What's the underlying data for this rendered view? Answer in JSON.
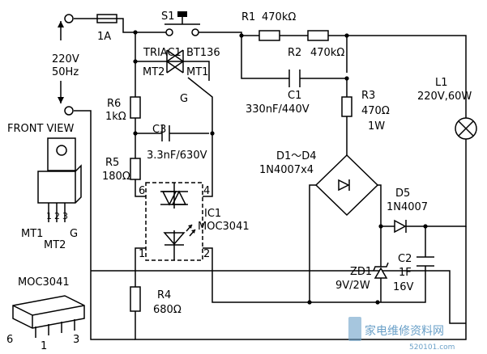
{
  "labels": {
    "s1": "S1",
    "r1": "R1",
    "r1_val": "470kΩ",
    "r2": "R2",
    "r2_val": "470kΩ",
    "fuse": "1A",
    "supply_v": "220V",
    "supply_f": "50Hz",
    "triac": "TRIAC1",
    "triac_part": "BT136",
    "mt2": "MT2",
    "mt1": "MT1",
    "gate": "G",
    "r6": "R6",
    "r6_val": "1kΩ",
    "c3": "C3",
    "c3_val": "3.3nF/630V",
    "r5": "R5",
    "r5_val": "180Ω",
    "c1": "C1",
    "c1_val": "330nF/440V",
    "r3": "R3",
    "r3_val": "470Ω",
    "r3_w": "1W",
    "l1": "L1",
    "l1_val": "220V,60W",
    "bridge": "D1～D4",
    "bridge_val": "1N4007x4",
    "d5": "D5",
    "d5_val": "1N4007",
    "ic1": "IC1",
    "ic1_part": "MOC3041",
    "pin6": "6",
    "pin4": "4",
    "pin1": "1",
    "pin2": "2",
    "zd1": "ZD1",
    "zd1_val": "9V/2W",
    "c2": "C2",
    "c2_val": "1F",
    "c2_v": "16V",
    "r4": "R4",
    "r4_val": "680Ω",
    "front_view": "FRONT VIEW",
    "pkg_1": "1",
    "pkg_2": "2",
    "pkg_3": "3",
    "pkg_mt1": "MT1",
    "pkg_mt2": "MT2",
    "pkg_g": "G",
    "moc_title": "MOC3041",
    "moc_6": "6",
    "moc_1": "1",
    "moc_3": "3",
    "watermark": "家电维修资料网",
    "watermark_url": "520101.com"
  }
}
